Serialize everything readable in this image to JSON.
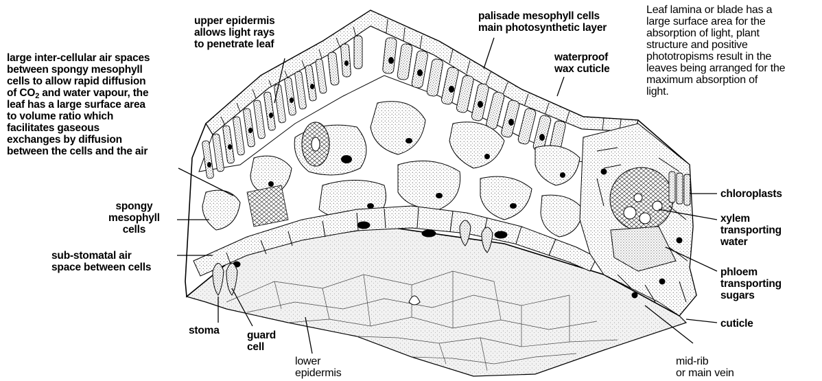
{
  "labels": {
    "upper_epidermis": "upper epidermis\nallows light rays\nto penetrate leaf",
    "palisade": "palisade mesophyll cells\nmain photosynthetic layer",
    "lamina": "Leaf lamina or blade has a\nlarge surface area for the\nabsorption of light, plant\nstructure and positive\nphototropisms result in the\nleaves being arranged for the\nmaximum absorption of\nlight.",
    "air_spaces_before": "large inter-cellular air spaces\nbetween spongy mesophyll\ncells to allow rapid diffusion\nof CO",
    "air_spaces_sub": "2",
    "air_spaces_after": " and water vapour, the\nleaf has a large surface area\nto volume ratio which\nfacilitates gaseous\nexchanges by diffusion\nbetween the cells and the air",
    "wax_cuticle": "waterproof\nwax cuticle",
    "chloroplasts": "chloroplasts",
    "xylem": "xylem\ntransporting\nwater",
    "phloem": "phloem\ntransporting\nsugars",
    "cuticle": "cuticle",
    "midrib": "mid-rib\nor main vein",
    "spongy": "spongy\nmesophyll\ncells",
    "substomatal": "sub-stomatal air\nspace between cells",
    "stoma": "stoma",
    "guard_cell": "guard\ncell",
    "lower_epidermis": "lower\nepidermis"
  }
}
